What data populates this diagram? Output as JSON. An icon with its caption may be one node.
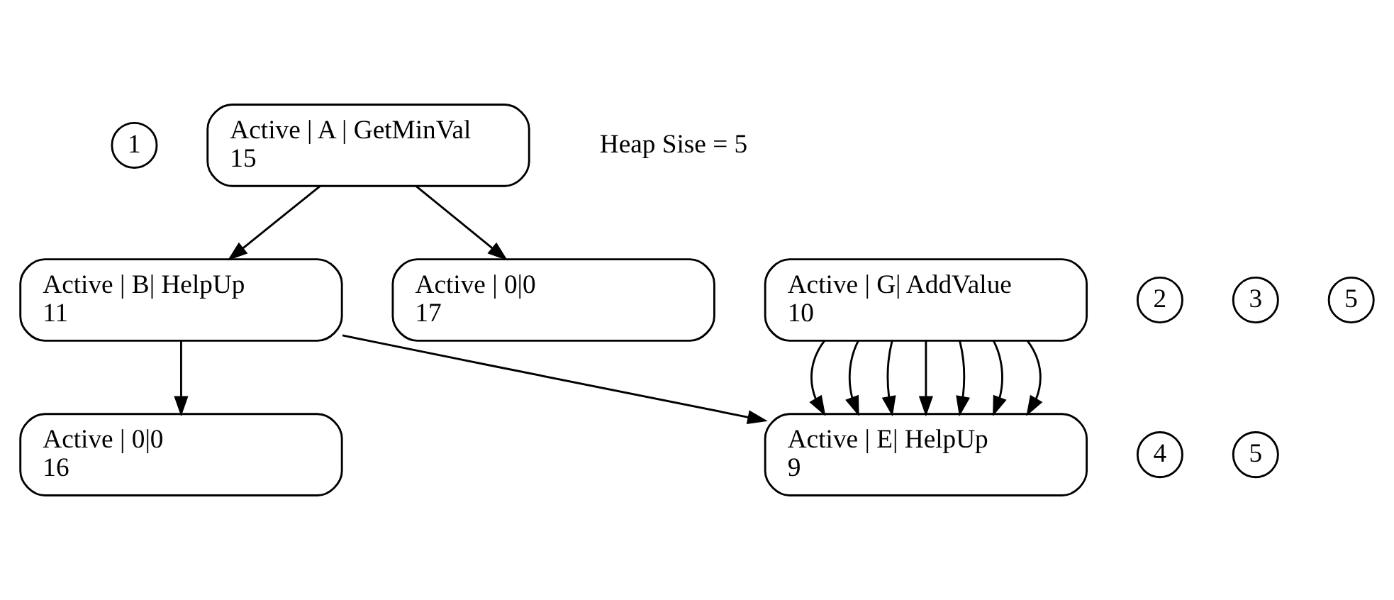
{
  "diagram": {
    "nodes": [
      {
        "text": [
          "1"
        ]
      },
      {
        "text": [
          "Active | A | GetMinVal",
          "15"
        ]
      },
      {
        "text": [
          "2"
        ]
      },
      {
        "text": [
          "Active | B| HelpUp",
          "11"
        ]
      },
      {
        "text": [
          "3"
        ]
      },
      {
        "text": [
          "Active | 0|0",
          "17"
        ]
      },
      {
        "text": [
          "4"
        ]
      },
      {
        "text": [
          "Active | 0|0",
          "16"
        ]
      },
      {
        "text": [
          "5"
        ]
      },
      {
        "text": [
          "Active | E| HelpUp",
          "9"
        ]
      },
      {
        "text": [
          "5"
        ]
      },
      {
        "text": [
          "Active | G| AddValue",
          "10"
        ]
      }
    ],
    "edges": [
      {
        "from": 1,
        "to": 3,
        "arrow": "to"
      },
      {
        "from": 1,
        "to": 5,
        "arrow": "to"
      },
      {
        "from": 3,
        "to": 7,
        "arrow": "to"
      },
      {
        "from": 3,
        "to": 9,
        "arrow": "to"
      },
      {
        "from": 11,
        "to": 9,
        "arrow": "to"
      },
      {
        "from": 11,
        "to": 9,
        "arrow": "to"
      },
      {
        "from": 11,
        "to": 9,
        "arrow": "to"
      },
      {
        "from": 11,
        "to": 9,
        "arrow": "to"
      },
      {
        "from": 11,
        "to": 9,
        "arrow": "to"
      },
      {
        "from": 11,
        "to": 9,
        "arrow": "to"
      },
      {
        "from": 11,
        "to": 9,
        "arrow": "to"
      }
    ],
    "labels": [
      "Heap Sise = 5"
    ]
  }
}
